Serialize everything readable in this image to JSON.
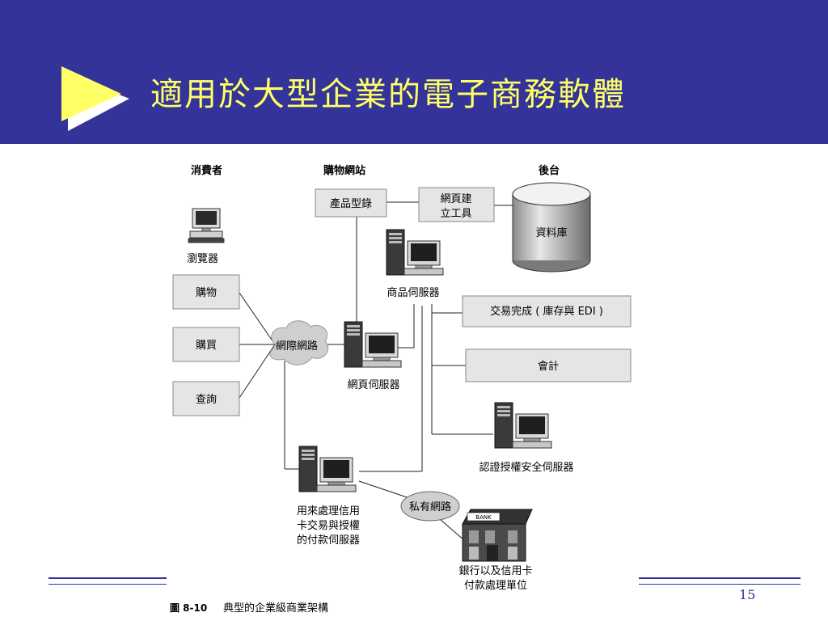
{
  "slide": {
    "title": "適用於大型企業的電子商務軟體",
    "page_number": "15",
    "colors": {
      "header_bg": "#333399",
      "title_text": "#ffff66",
      "arrow": "#ffff66"
    }
  },
  "diagram": {
    "columns": {
      "consumer": "消費者",
      "shopping_site": "購物網站",
      "backend": "後台"
    },
    "browser": "瀏覽器",
    "actions": [
      "購物",
      "購買",
      "查詢"
    ],
    "internet": "網際網路",
    "catalog": "產品型錄",
    "page_builder": [
      "網頁建",
      "立工具"
    ],
    "database": "資料庫",
    "product_server": "商品伺服器",
    "web_server": "網頁伺服器",
    "transaction": "交易完成 ( 庫存與 EDI )",
    "accounting": "會計",
    "auth_server": "認證授權安全伺服器",
    "payment_server": [
      "用來處理信用",
      "卡交易與授權",
      "的付款伺服器"
    ],
    "private_network": "私有網路",
    "bank_sign": "BANK",
    "bank": [
      "銀行以及信用卡",
      "付款處理單位"
    ],
    "caption_number": "圖 8-10",
    "caption": "典型的企業級商業架構"
  }
}
